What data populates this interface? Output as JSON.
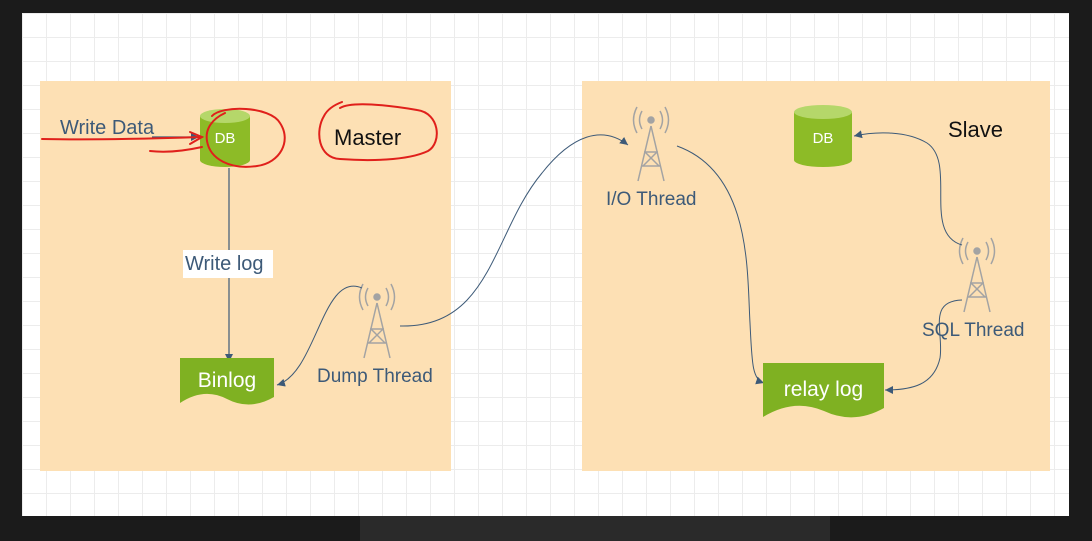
{
  "master": {
    "title": "Master",
    "write_data": "Write Data",
    "db": "DB",
    "write_log": "Write log",
    "binlog": "Binlog",
    "dump_thread": "Dump Thread"
  },
  "slave": {
    "title": "Slave",
    "db": "DB",
    "io_thread": "I/O Thread",
    "relay_log": "relay log",
    "sql_thread": "SQL Thread"
  },
  "colors": {
    "panel": "#fde0b4",
    "node_green": "#8dbb27",
    "arrow": "#3d5a78",
    "annotation_red": "#e0201b"
  },
  "caption": ""
}
